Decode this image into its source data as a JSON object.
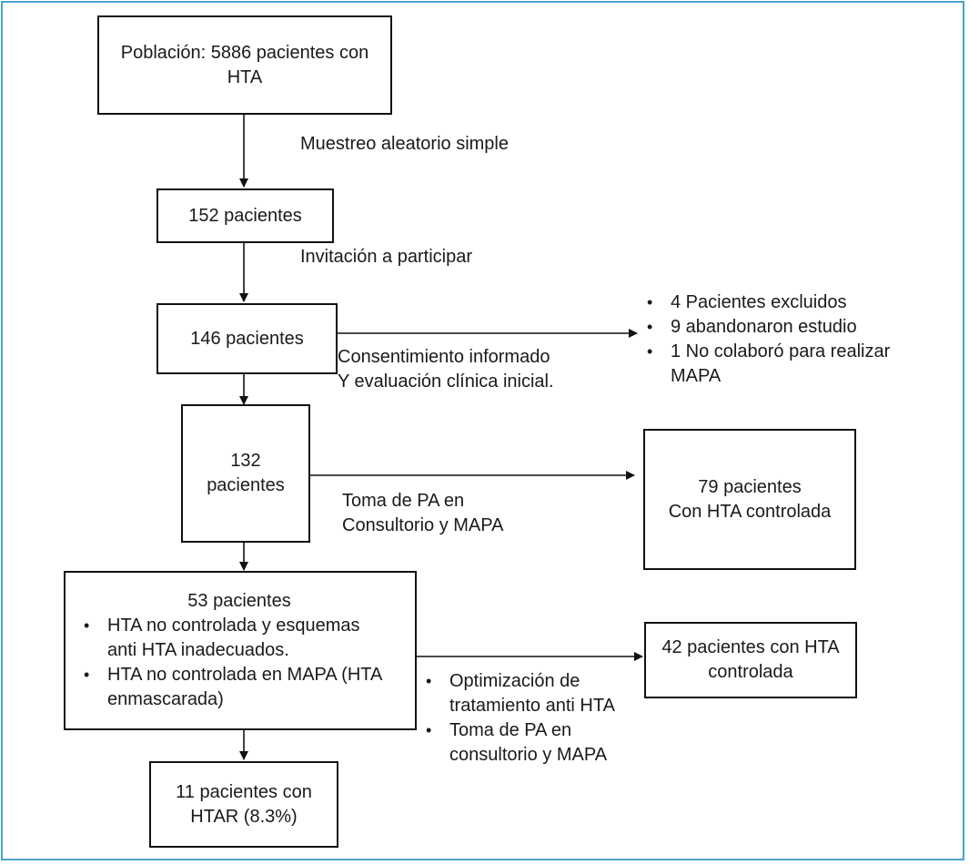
{
  "diagram": {
    "nodes": {
      "poblacion": {
        "lines": [
          "Población: 5886 pacientes con",
          "HTA"
        ]
      },
      "n152": {
        "text": "152 pacientes"
      },
      "n146": {
        "text": "146 pacientes"
      },
      "n132": {
        "lines": [
          "132",
          "pacientes"
        ]
      },
      "n79": {
        "lines": [
          "79 pacientes",
          "Con HTA controlada"
        ]
      },
      "n53": {
        "title": "53 pacientes",
        "bullets": [
          [
            "HTA no controlada y esquemas",
            "anti HTA inadecuados."
          ],
          [
            "HTA no controlada en MAPA (HTA",
            "enmascarada)"
          ]
        ]
      },
      "n42": {
        "lines": [
          "42 pacientes con HTA",
          "controlada"
        ]
      },
      "n11": {
        "lines": [
          "11 pacientes con",
          "HTAR (8.3%)"
        ]
      }
    },
    "edge_labels": {
      "muestreo": "Muestreo aleatorio simple",
      "invitacion": "Invitación a participar",
      "consentimiento": [
        "Consentimiento informado",
        "Y evaluación clínica inicial."
      ],
      "toma_pa": [
        "Toma de PA en",
        "Consultorio y MAPA"
      ]
    },
    "excluded_list": [
      [
        "4 Pacientes excluidos"
      ],
      [
        "9 abandonaron estudio"
      ],
      [
        "1 No colaboró para realizar",
        "MAPA"
      ]
    ],
    "optimization_list": [
      [
        "Optimización de",
        "tratamiento anti HTA"
      ],
      [
        "Toma de PA en",
        "consultorio y MAPA"
      ]
    ]
  }
}
